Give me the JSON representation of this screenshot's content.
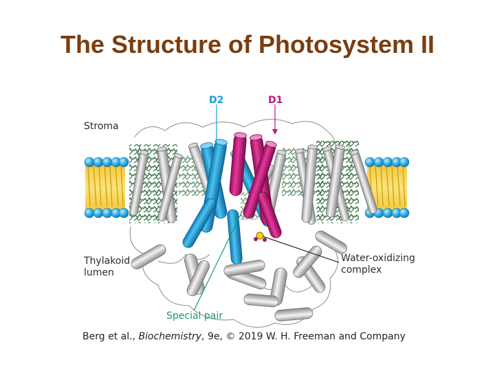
{
  "title": "The Structure of Photosystem II",
  "labels": {
    "d2": "D2",
    "d1": "D1",
    "stroma": "Stroma",
    "lumen_line1": "Thylakoid",
    "lumen_line2": "lumen",
    "woc_line1": "Water-oxidizing",
    "woc_line2": "complex",
    "special_pair": "Special pair"
  },
  "credit": {
    "prefix": "Berg et al., ",
    "book": "Biochemistry",
    "suffix": ", 9e, © 2019 W. H. Freeman and Company"
  },
  "colors": {
    "title": "#7a3d10",
    "d2": "#1a9bd8",
    "d1": "#c4147a",
    "special_pair": "#1a9a6a",
    "chlorophyll": "#2a6e3a",
    "helix": "#e6e6e6",
    "membrane_head": "#27a9e1",
    "membrane_core": "#f5d23a"
  }
}
